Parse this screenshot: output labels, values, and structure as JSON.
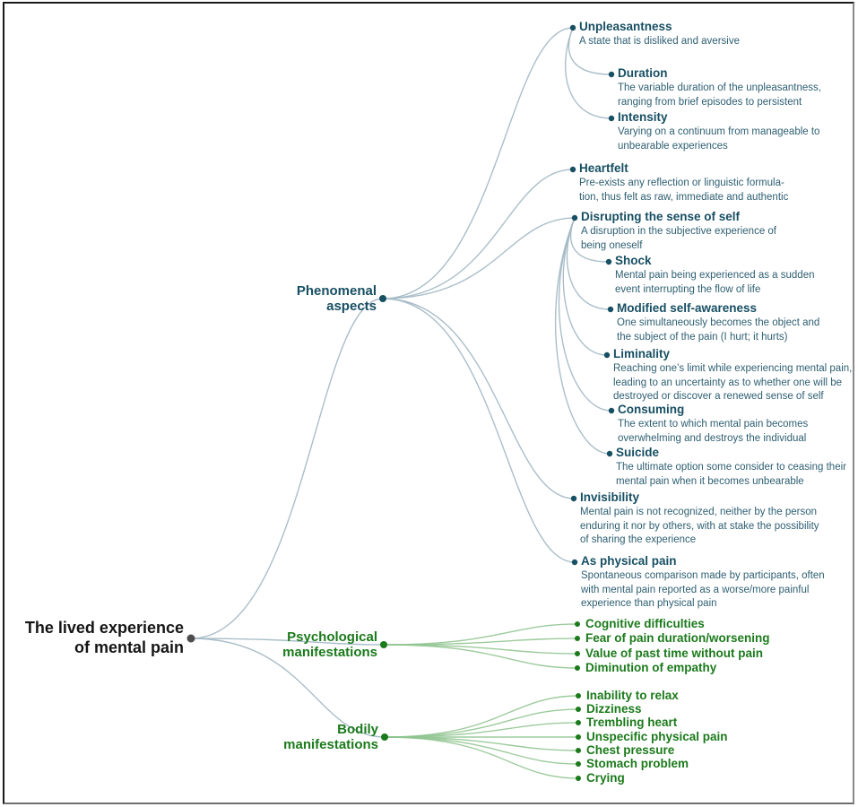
{
  "colors": {
    "heading_teal": "#174f63",
    "desc_teal": "#2e5f72",
    "green": "#1b7a1b",
    "curve_slate": "#a5bbc6",
    "curve_green": "#8fc48f",
    "root_text": "#151515",
    "root_dot": "#4d4d4d",
    "frame_border": "#1a1a1a"
  },
  "tree": {
    "root": {
      "label": "The lived experience of mental pain"
    },
    "branches": [
      {
        "id": "phenomenal",
        "label": "Phenomenal aspects",
        "theme": "teal",
        "children": [
          {
            "id": "unpleasantness",
            "title": "Unpleasantness",
            "desc": [
              "A state that is disliked and aversive"
            ],
            "children": [
              {
                "id": "duration",
                "title": "Duration",
                "desc": [
                  "The variable duration of the unpleasantness,",
                  "ranging from brief episodes to persistent"
                ]
              },
              {
                "id": "intensity",
                "title": "Intensity",
                "desc": [
                  "Varying on a continuum from manageable to",
                  "unbearable experiences"
                ]
              }
            ]
          },
          {
            "id": "heartfelt",
            "title": "Heartfelt",
            "desc": [
              "Pre-exists any reflection or linguistic formula-",
              "tion, thus felt as raw, immediate and authentic"
            ],
            "children": []
          },
          {
            "id": "disrupting",
            "title": "Disrupting the sense of self",
            "desc": [
              "A disruption in the subjective experience of",
              "being oneself"
            ],
            "children": [
              {
                "id": "shock",
                "title": "Shock",
                "desc": [
                  "Mental pain being experienced as a sudden",
                  "event interrupting the flow of life"
                ]
              },
              {
                "id": "modified-self-awareness",
                "title": "Modified self-awareness",
                "desc": [
                  "One simultaneously becomes the object and",
                  "the subject of the pain (I hurt; it hurts)"
                ]
              },
              {
                "id": "liminality",
                "title": "Liminality",
                "desc": [
                  "Reaching one’s limit while experiencing mental pain,",
                  "leading to an uncertainty as to whether one will be",
                  "destroyed or discover a renewed sense of self"
                ]
              },
              {
                "id": "consuming",
                "title": "Consuming",
                "desc": [
                  "The extent to which mental pain becomes",
                  "overwhelming and destroys the individual"
                ]
              },
              {
                "id": "suicide",
                "title": "Suicide",
                "desc": [
                  "The ultimate option some consider to ceasing their",
                  "mental pain when it becomes unbearable"
                ]
              }
            ]
          },
          {
            "id": "invisibility",
            "title": "Invisibility",
            "desc": [
              "Mental pain is not recognized, neither by the person",
              "enduring it nor by others, with at stake the possibility",
              "of sharing the experience"
            ],
            "children": []
          },
          {
            "id": "as-physical-pain",
            "title": "As physical pain",
            "desc": [
              "Spontaneous comparison made by participants, often",
              "with mental pain reported as a worse/more painful",
              "experience than physical pain"
            ],
            "children": []
          }
        ]
      },
      {
        "id": "psychological",
        "label": "Psychological manifestations",
        "theme": "green",
        "leaves": [
          "Cognitive difficulties",
          "Fear of pain duration/worsening",
          "Value of past time without pain",
          "Diminution of empathy"
        ]
      },
      {
        "id": "bodily",
        "label": "Bodily manifestations",
        "theme": "green",
        "leaves": [
          "Inability to relax",
          "Dizziness",
          "Trembling heart",
          "Unspecific physical pain",
          "Chest pressure",
          "Stomach problem",
          "Crying"
        ]
      }
    ]
  }
}
